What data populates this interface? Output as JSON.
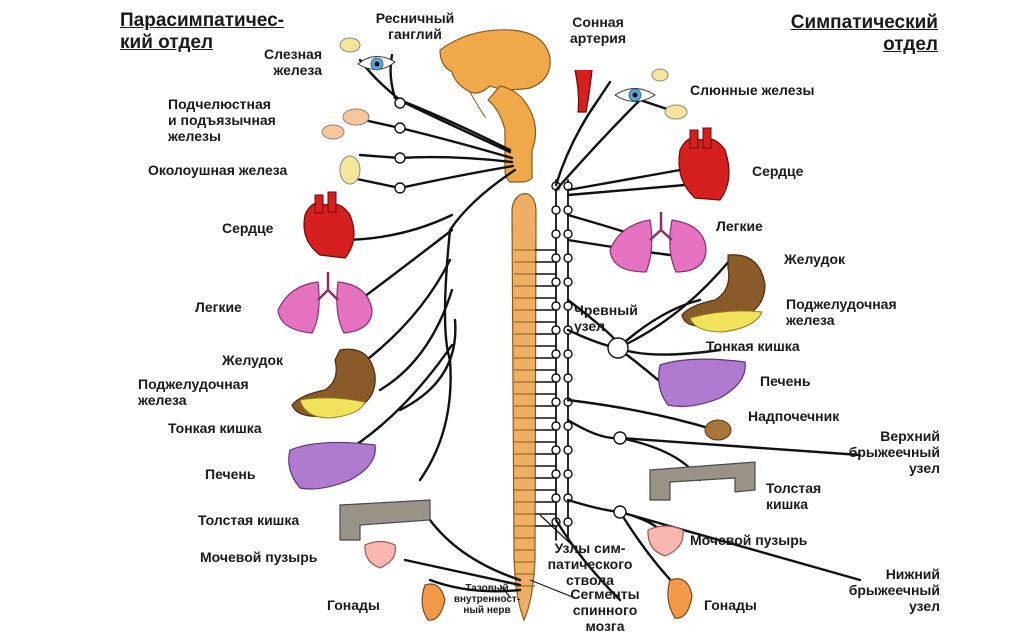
{
  "parasympathetic": {
    "title": "Парасимпатичес-\nкий отдел",
    "labels": {
      "ciliary_ganglion": "Ресничный\nганглий",
      "lacrimal_gland": "Слезная\nжелеза",
      "submandibular": "Подчелюстная\nи подъязычная\nжелезы",
      "parotid": "Околоушная железа",
      "heart": "Сердце",
      "lungs": "Легкие",
      "stomach": "Желудок",
      "pancreas": "Поджелудочная\nжелеза",
      "small_intestine": "Тонкая кишка",
      "liver": "Печень",
      "large_intestine": "Толстая кишка",
      "bladder": "Мочевой пузырь",
      "gonads": "Гонады",
      "pelvic_nerve": "Тазовый\nвнутренност-\nный нерв"
    }
  },
  "sympathetic": {
    "title": "Симпатический\nотдел",
    "labels": {
      "carotid": "Сонная\nартерия",
      "salivary": "Слюнные железы",
      "heart": "Сердце",
      "lungs": "Легкие",
      "stomach": "Желудок",
      "pancreas": "Поджелудочная\nжелеза",
      "celiac": "Чревный\nузел",
      "small_intestine": "Тонкая кишка",
      "liver": "Печень",
      "adrenal": "Надпочечник",
      "superior_mesenteric": "Верхний\nбрыжеечный\nузел",
      "large_intestine": "Толстая\nкишка",
      "bladder": "Мочевой пузырь",
      "inferior_mesenteric": "Нижний\nбрыжеечный\nузел",
      "gonads": "Гонады",
      "trunk_nodes": "Узлы сим-\nпатического\nствола",
      "spinal_segments": "Сегменты\nспинного\nмозга"
    }
  },
  "colors": {
    "brain": "#f0a94a",
    "spinal_cord": "#eeae63",
    "heart": "#d61f1f",
    "lungs": "#e673c2",
    "stomach": "#8a5a2b",
    "pancreas": "#f2e15a",
    "liver": "#b07ad1",
    "intestine": "#9a9387",
    "bladder": "#f7b6b0",
    "gonads": "#f39a4a",
    "gland": "#f6e69c",
    "eye": "#5aa7d8",
    "nerve": "#111111"
  }
}
